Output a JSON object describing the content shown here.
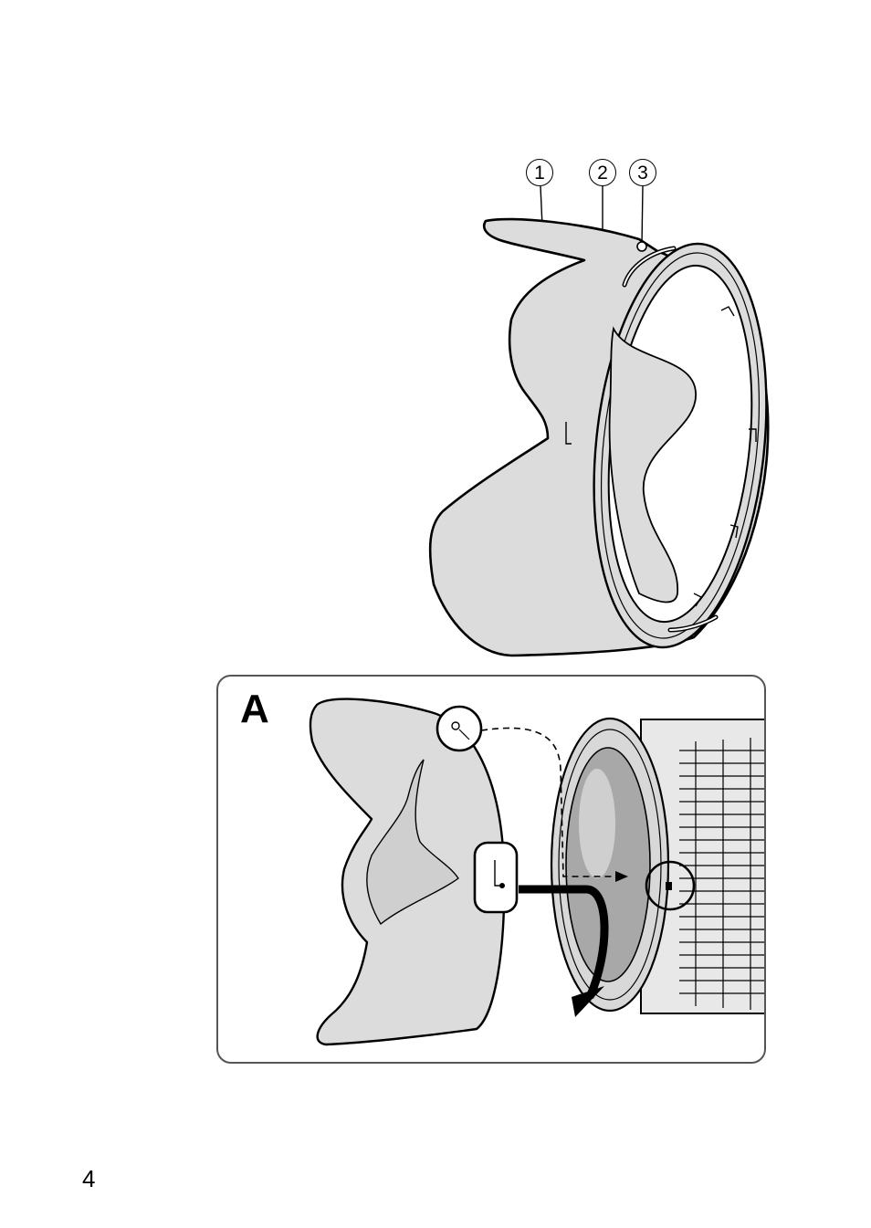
{
  "callouts": [
    "1",
    "2",
    "3"
  ],
  "panel_label": "A",
  "page_number": "4",
  "colors": {
    "hood_fill": "#dcdcdc",
    "outline": "#000000",
    "panel_border": "#555555",
    "lens_glass": "#a8a8a8"
  }
}
